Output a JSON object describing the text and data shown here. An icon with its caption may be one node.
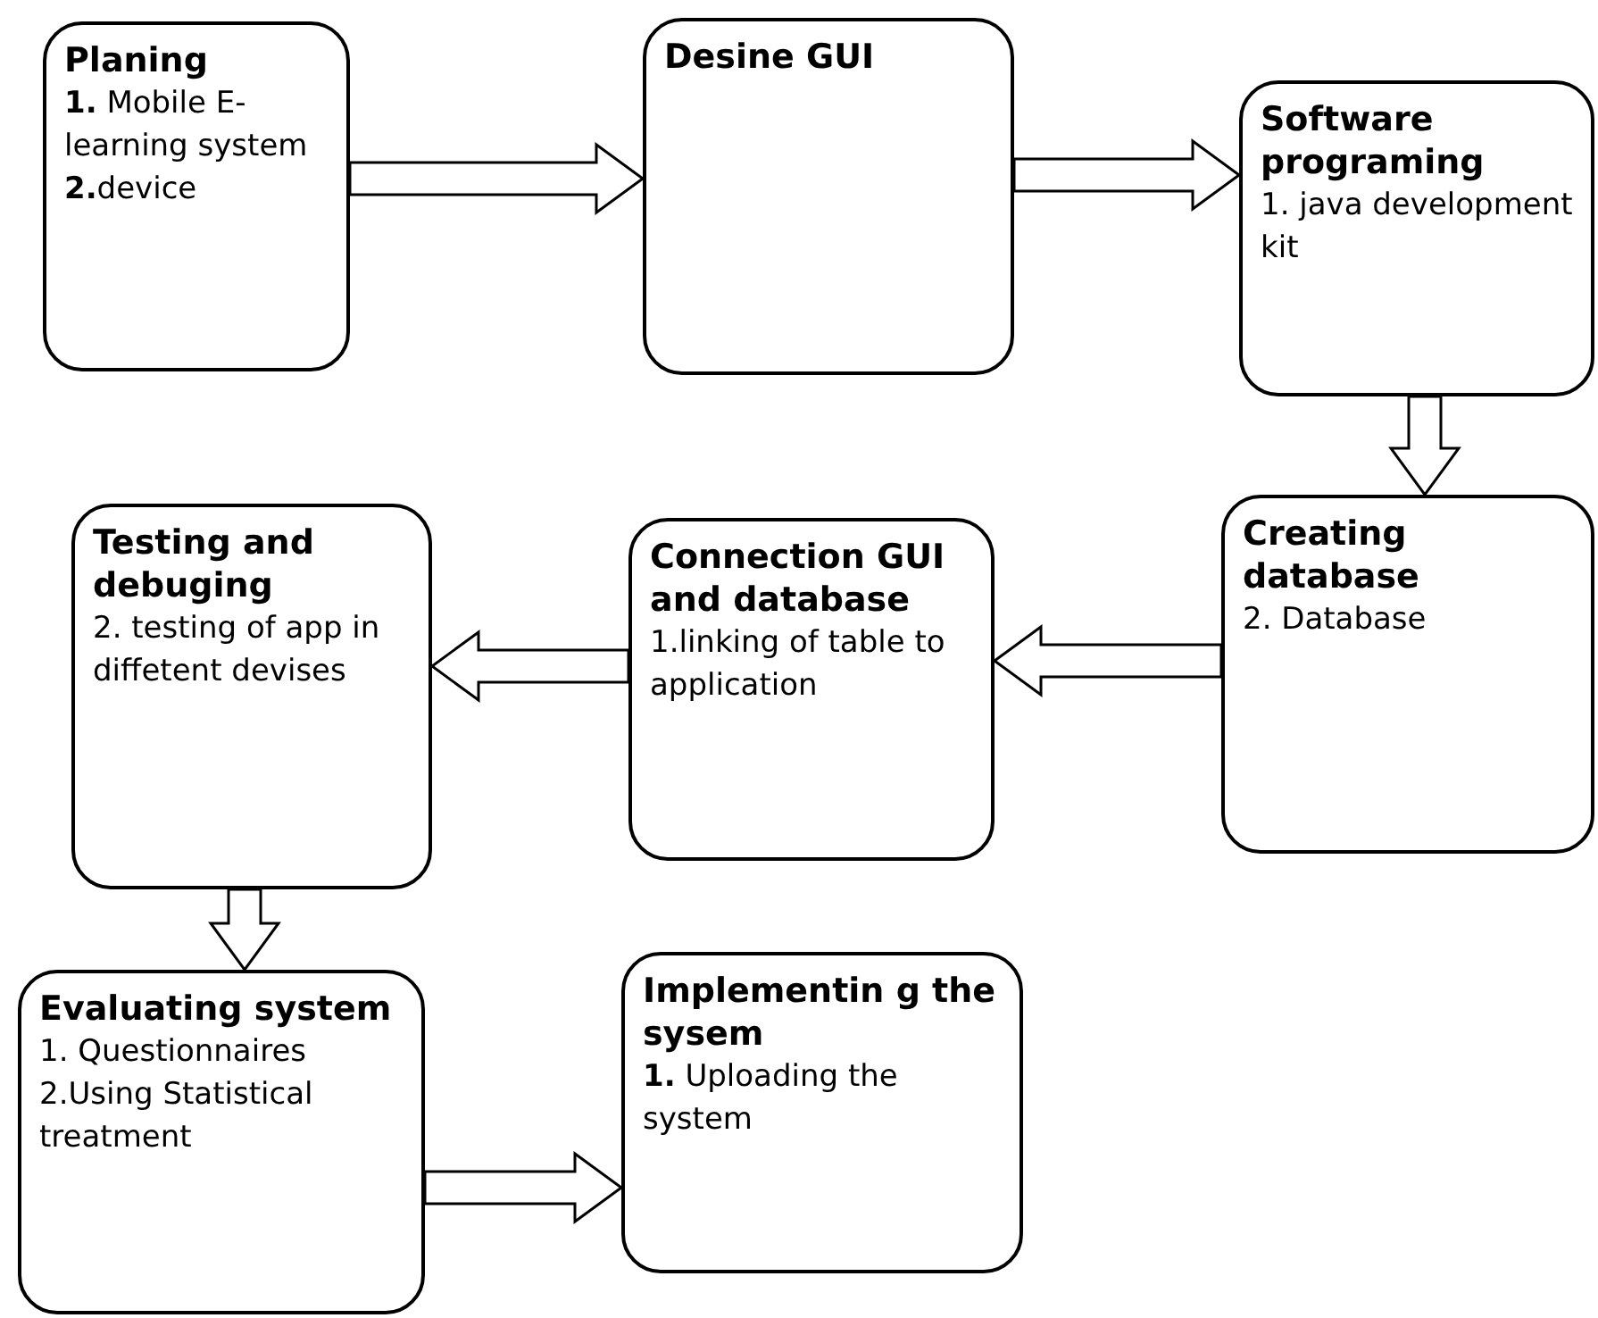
{
  "diagram": {
    "nodes": [
      {
        "text": [
          "Planing",
          "**1.** Mobile E-learning system",
          "**2.**device"
        ]
      },
      {
        "text": [
          "Desine GUI"
        ]
      },
      {
        "text": [
          "Software programing",
          "1. java development kit"
        ]
      },
      {
        "text": [
          "Creating database",
          "2. Database"
        ]
      },
      {
        "text": [
          "Connection GUI and database",
          "1.linking of table to application"
        ]
      },
      {
        "text": [
          "Testing and debuging",
          "2. testing of app in diffetent devises"
        ]
      },
      {
        "text": [
          "Evaluating system",
          "1. Questionnaires",
          "2.Using Statistical treatment"
        ]
      },
      {
        "text": [
          "Implementin g the sysem",
          "**1.** Uploading the system"
        ]
      }
    ],
    "edges": [
      {
        "from": 0,
        "to": 1,
        "arrow": "to"
      },
      {
        "from": 1,
        "to": 2,
        "arrow": "to"
      },
      {
        "from": 2,
        "to": 3,
        "arrow": "to"
      },
      {
        "from": 3,
        "to": 4,
        "arrow": "to"
      },
      {
        "from": 4,
        "to": 5,
        "arrow": "to"
      },
      {
        "from": 5,
        "to": 6,
        "arrow": "to"
      },
      {
        "from": 6,
        "to": 7,
        "arrow": "to"
      }
    ]
  }
}
